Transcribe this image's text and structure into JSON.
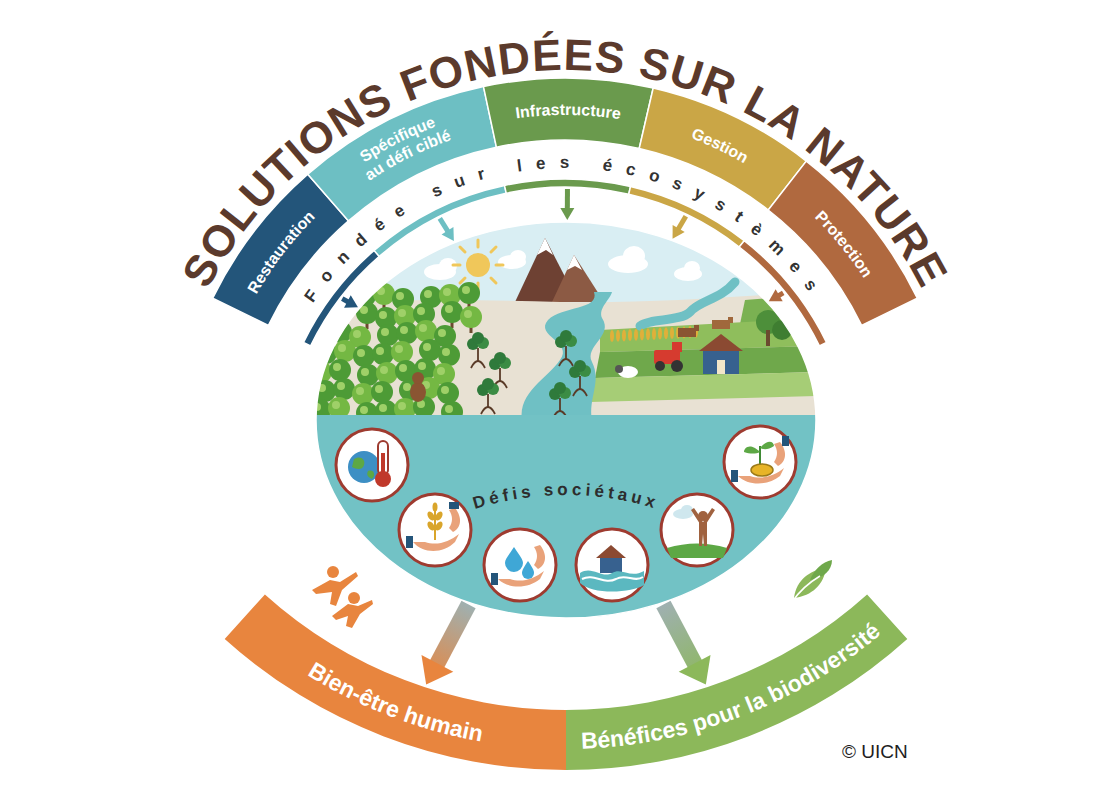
{
  "diagram": {
    "title": "SOLUTIONS FONDÉES SUR LA NATURE",
    "nodes": [
      {
        "text": [
          "Restauration"
        ]
      },
      {
        "text": [
          "Spécifique au défi ciblé"
        ]
      },
      {
        "text": [
          "Infrastructure"
        ]
      },
      {
        "text": [
          "Gestion"
        ]
      },
      {
        "text": [
          "Protection"
        ]
      },
      {
        "text": [
          "Défis sociétaux"
        ]
      },
      {
        "text": [
          "Bien-être humain"
        ]
      },
      {
        "text": [
          "Bénéfices pour la biodiversité"
        ]
      }
    ],
    "edges": [
      {
        "from": 0,
        "to": 5,
        "arrow": "to"
      },
      {
        "from": 1,
        "to": 5,
        "arrow": "to"
      },
      {
        "from": 2,
        "to": 5,
        "arrow": "to"
      },
      {
        "from": 3,
        "to": 5,
        "arrow": "to"
      },
      {
        "from": 4,
        "to": 5,
        "arrow": "to"
      },
      {
        "from": 5,
        "to": 6,
        "arrow": "to"
      },
      {
        "from": 5,
        "to": 7,
        "arrow": "to"
      }
    ],
    "labels": [
      "Fondée sur les écosystèmes",
      "© UICN"
    ]
  }
}
